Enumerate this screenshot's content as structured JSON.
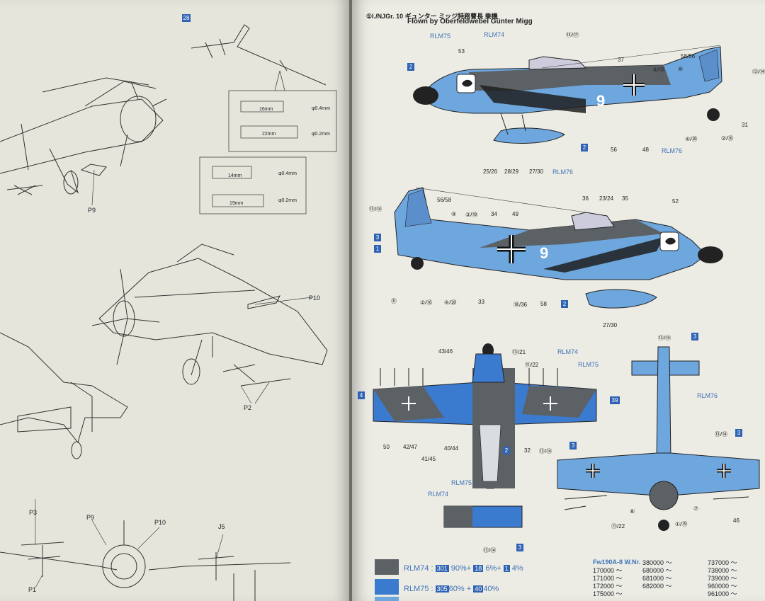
{
  "left_page": {
    "step_badge": "28",
    "callouts": {
      "p9_mid": "P9",
      "p10_mid": "P10",
      "p2": "P2",
      "p3": "P3",
      "p9_bottom": "P9",
      "p10_bottom": "P10",
      "j5": "J5",
      "p1": "P1"
    },
    "antenna_detail": {
      "box1": {
        "len_a": "16mm",
        "dia_a": "φ0.4mm",
        "len_b": "22mm",
        "dia_b": "φ0.2mm"
      },
      "box2": {
        "len_a": "14mm",
        "dia_a": "φ0.4mm",
        "len_b": "19mm",
        "dia_b": "φ0.2mm"
      }
    }
  },
  "right_page": {
    "header": {
      "title_jp": "①I./NJGr. 10 ギュンター ミッジ特務曹長 乗機",
      "title_en": "Flown by Oberfeldwebel Günter Migg"
    },
    "colors": {
      "rlm74": "#5c6166",
      "rlm75": "#7d8490",
      "rlm76": "#6ea6de",
      "marking_blue": "#3a7bd0",
      "label_blue": "#3f74b8"
    },
    "top_profile_labels": {
      "rlm75": "RLM75",
      "rlm74": "RLM74",
      "rlm76_a": "RLM76",
      "rlm76_b": "RLM76",
      "n53": "53",
      "n15_17": "⑮/⑰",
      "n37": "37",
      "n3_19": "③/⑲",
      "n8": "⑧",
      "n58_56": "58/56",
      "n13_14": "⑬/⑭",
      "n31": "31",
      "n2_16": "②/⑯",
      "n4_20": "④/⑳",
      "n48": "48",
      "n56": "56",
      "n25_26": "25/26",
      "n28_29": "28/29",
      "n27_30": "27/30",
      "sq2": "2",
      "sq2b": "2",
      "fuselage_code": "9"
    },
    "second_profile_labels": {
      "n13_14": "⑬/⑭",
      "n56_58": "56/58",
      "n9": "⑨",
      "n3_19": "③/⑲",
      "n34": "34",
      "n49": "49",
      "n36": "36",
      "n23_24": "23/24",
      "n35": "35",
      "n52": "52",
      "n31": "㉛",
      "n2_16": "②/⑯",
      "n4_20": "④/⑳",
      "n33": "33",
      "n18_36": "⑱/36",
      "n58": "58",
      "n27_30": "27/30",
      "sq3": "3",
      "sq1": "1",
      "sq2": "2",
      "fuselage_code": "9"
    },
    "underside_labels": {
      "n43_46": "43/46",
      "n13_21": "⑬/21",
      "n11_22": "⑪/22",
      "rlm74": "RLM74",
      "rlm75": "RLM75",
      "n50": "50",
      "n42_47": "42/47",
      "n41_45": "41/45",
      "n40_44": "40/44",
      "n32": "32",
      "n13_14": "⑬/⑭",
      "rlm75_tail": "RLM75",
      "rlm74_tail": "RLM74",
      "n13_14_tail": "⑬/⑭",
      "sq2": "2",
      "sq3": "3",
      "sq3b": "3",
      "sq_l": "4",
      "sq_r": "39"
    },
    "topview_labels": {
      "n13_14": "⑬/⑭",
      "rlm76": "RLM76",
      "n13_14b": "⑬/⑭",
      "n8": "⑧",
      "n7": "⑦",
      "n11_22": "⑪/22",
      "n1_19": "①/⑲",
      "n46": "46",
      "sq3": "3",
      "sq3b": "3"
    },
    "color_legend": [
      {
        "name": "RLM74 :",
        "code1": "301",
        "pct1": "90%+",
        "code2": "18",
        "pct2": "6%+",
        "code3": "1",
        "pct3": "4%",
        "swatch": "#5c6166"
      },
      {
        "name": "RLM75 :",
        "code1": "305",
        "pct1": "60%",
        "code2": "40",
        "pct2": "40%",
        "swatch": "#3a7bd0"
      }
    ],
    "serials": {
      "title": "Fw190A-8  W.Nr.",
      "col1": [
        "170000 ～",
        "171000 ～",
        "172000 ～",
        "175000 ～"
      ],
      "col2": [
        "380000 ～",
        "680000 ～",
        "681000 ～",
        "682000 ～"
      ],
      "col3": [
        "737000 ～",
        "738000 ～",
        "739000 ～",
        "960000 ～",
        "961000 ～"
      ]
    }
  }
}
